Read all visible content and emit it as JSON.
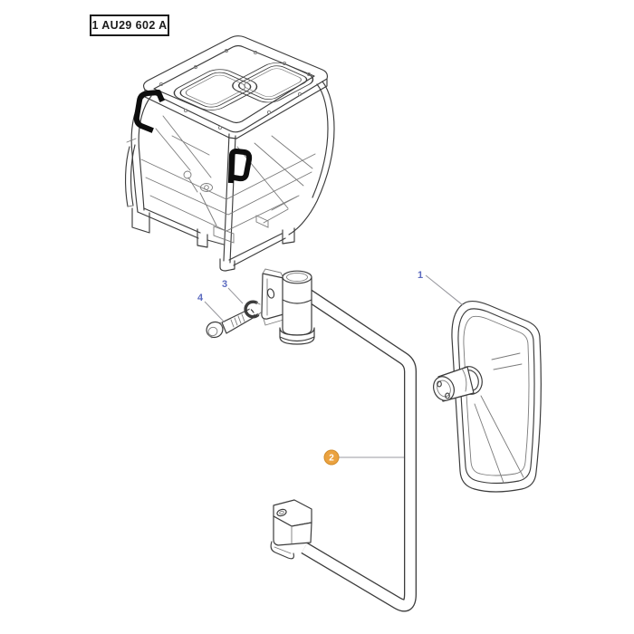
{
  "reference_box": {
    "label": "1 AU29 602 A"
  },
  "callouts": {
    "c1": {
      "number": "1"
    },
    "c2": {
      "number": "2"
    },
    "c3": {
      "number": "3"
    },
    "c4": {
      "number": "4"
    }
  },
  "colors": {
    "callout_blue": "#5b6abf",
    "badge_orange": "#eba23f",
    "badge_text": "#ffffff",
    "line_dark": "#3c3c3c",
    "leader_gray": "#9a9aa0",
    "background": "#ffffff"
  }
}
